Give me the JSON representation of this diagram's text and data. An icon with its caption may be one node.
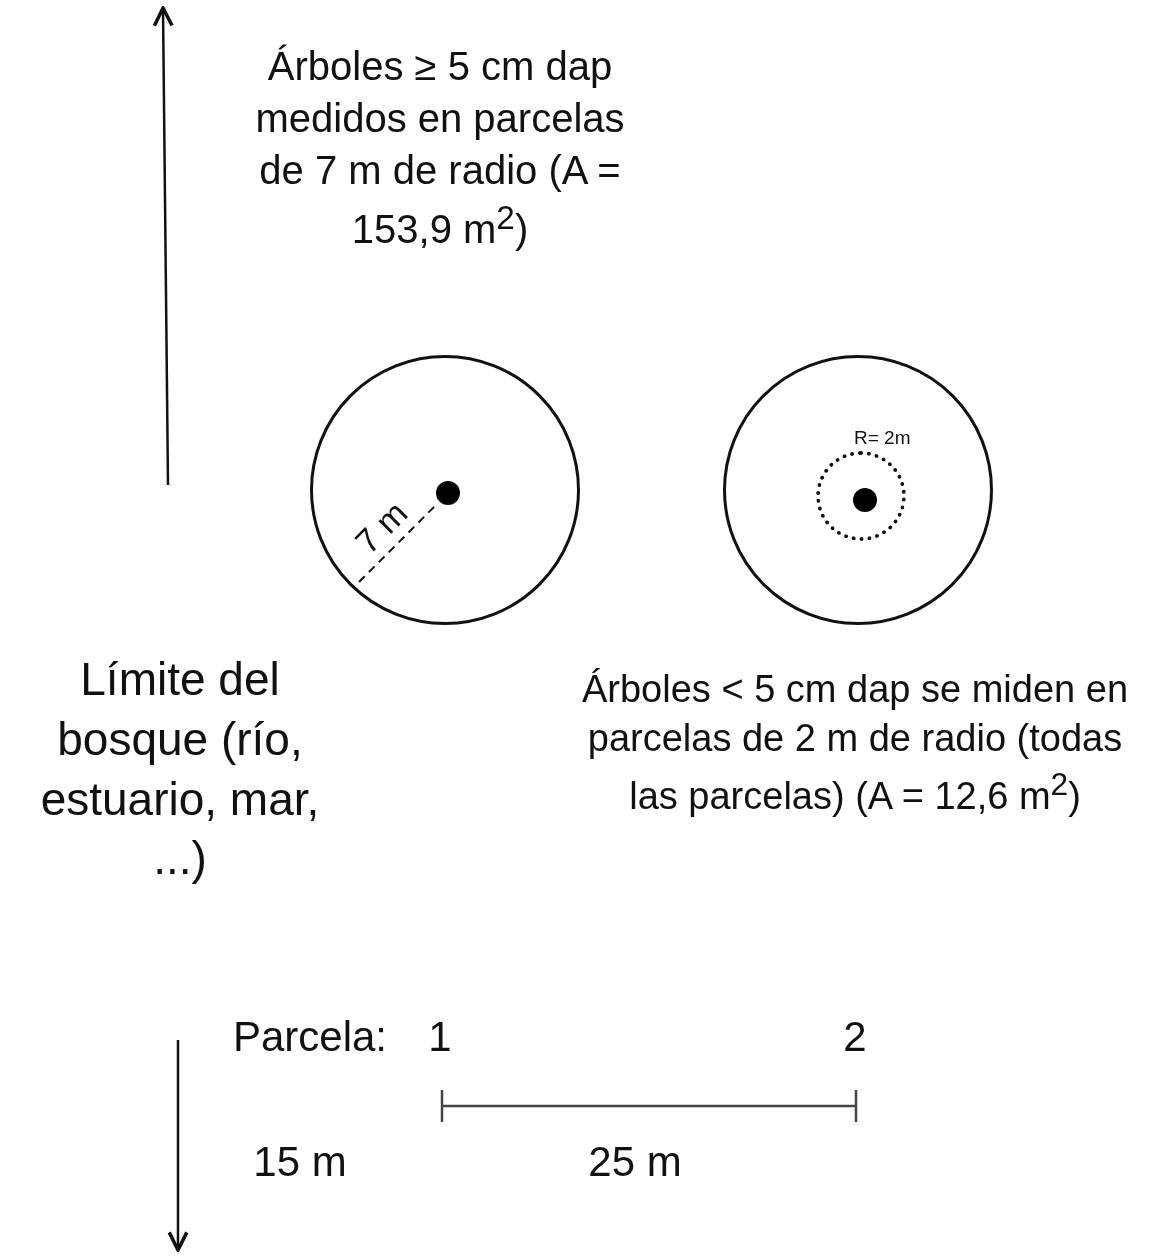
{
  "diagram": {
    "nodes": [
      {
        "text": [
          "7 m"
        ]
      },
      {
        "text": [],
        "shape": "circle"
      },
      {
        "text": [
          "R= 2m"
        ],
        "in": 1
      }
    ],
    "labels": [
      "Árboles ≥ 5 cm dap medidos en parcelas de 7 m de radio (A = 153,9 m$^{2}$)",
      "Límite del bosque (río, estuario, mar, ...)",
      "Árboles < 5 cm dap se miden en parcelas de 2 m de radio (todas las parcelas) (A = 12,6 m$^{2}$)",
      "Parcela:",
      "1",
      "2",
      "15 m",
      "25 m"
    ]
  }
}
